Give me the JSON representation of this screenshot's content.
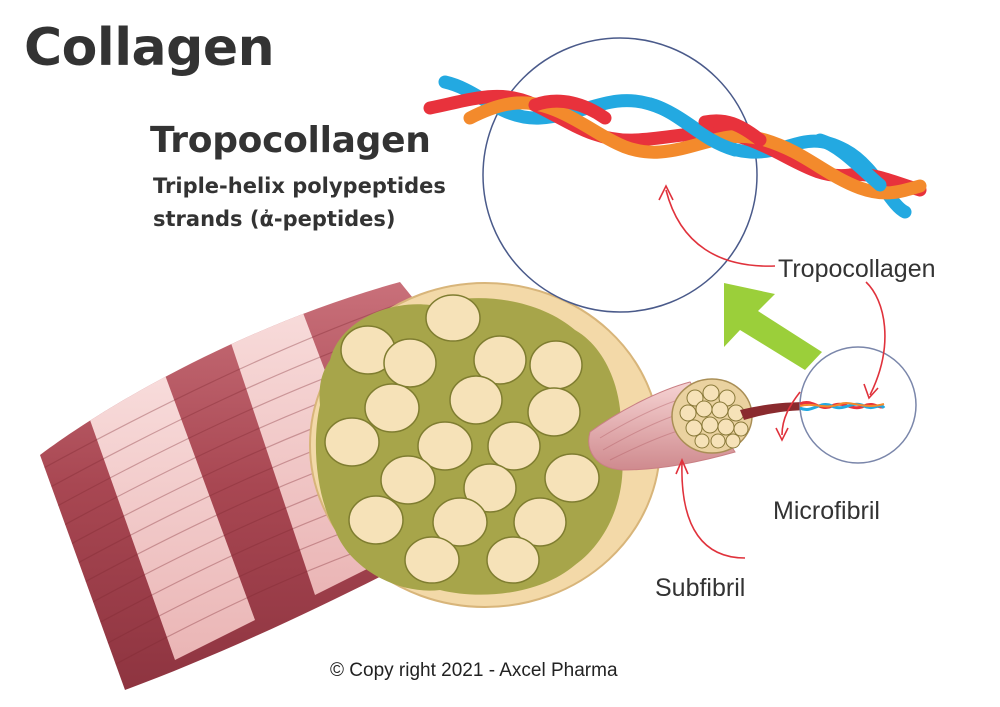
{
  "title": "Collagen",
  "tropocollagen_heading": "Tropocollagen",
  "description_line1": "Triple-helix polypeptides",
  "description_line2": "strands (ἀ-peptides)",
  "labels": {
    "tropocollagen": "Tropocollagen",
    "microfibril": "Microfibril",
    "subfibril": "Subfibril"
  },
  "copyright": "© Copy right 2021 - Axcel Pharma",
  "colors": {
    "helix_red": "#e8323c",
    "helix_blue": "#23a9e1",
    "helix_orange": "#f38a2c",
    "arrow_green": "#9bcf3a",
    "pointer_red": "#e0323c",
    "circle_outline": "#4a5a8a",
    "fibril_fill": "#f6e2b8",
    "matrix_olive": "#a9a74a",
    "muscle_dark": "#b0505a",
    "muscle_light": "#f4cfcd"
  }
}
